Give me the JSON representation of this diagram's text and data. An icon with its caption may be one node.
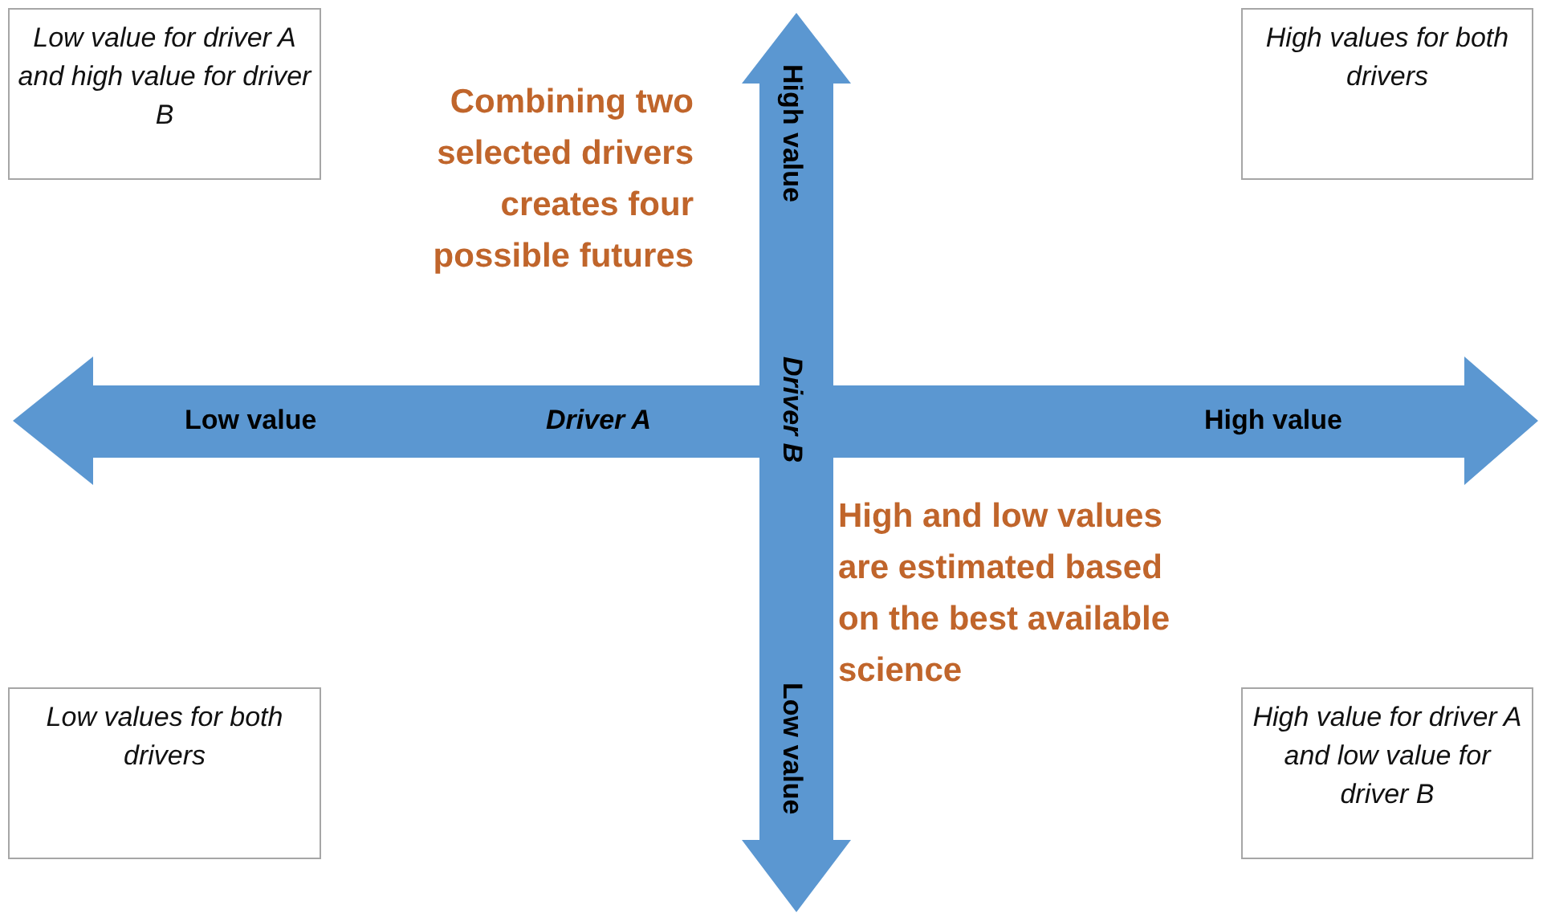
{
  "diagram": {
    "nodes": [
      {
        "text": [
          "Low value for driver A and high value for driver B"
        ]
      },
      {
        "text": [
          "High values for both drivers"
        ]
      },
      {
        "text": [
          "Low values for both drivers"
        ]
      },
      {
        "text": [
          "High value for driver A and low value for driver B"
        ]
      }
    ],
    "labels": [
      "Combining two selected drivers creates four possible futures",
      "High value",
      "Low value",
      "Driver A",
      "Driver B",
      "High value",
      "High and low values are estimated based on the best available science",
      "Low value"
    ]
  }
}
